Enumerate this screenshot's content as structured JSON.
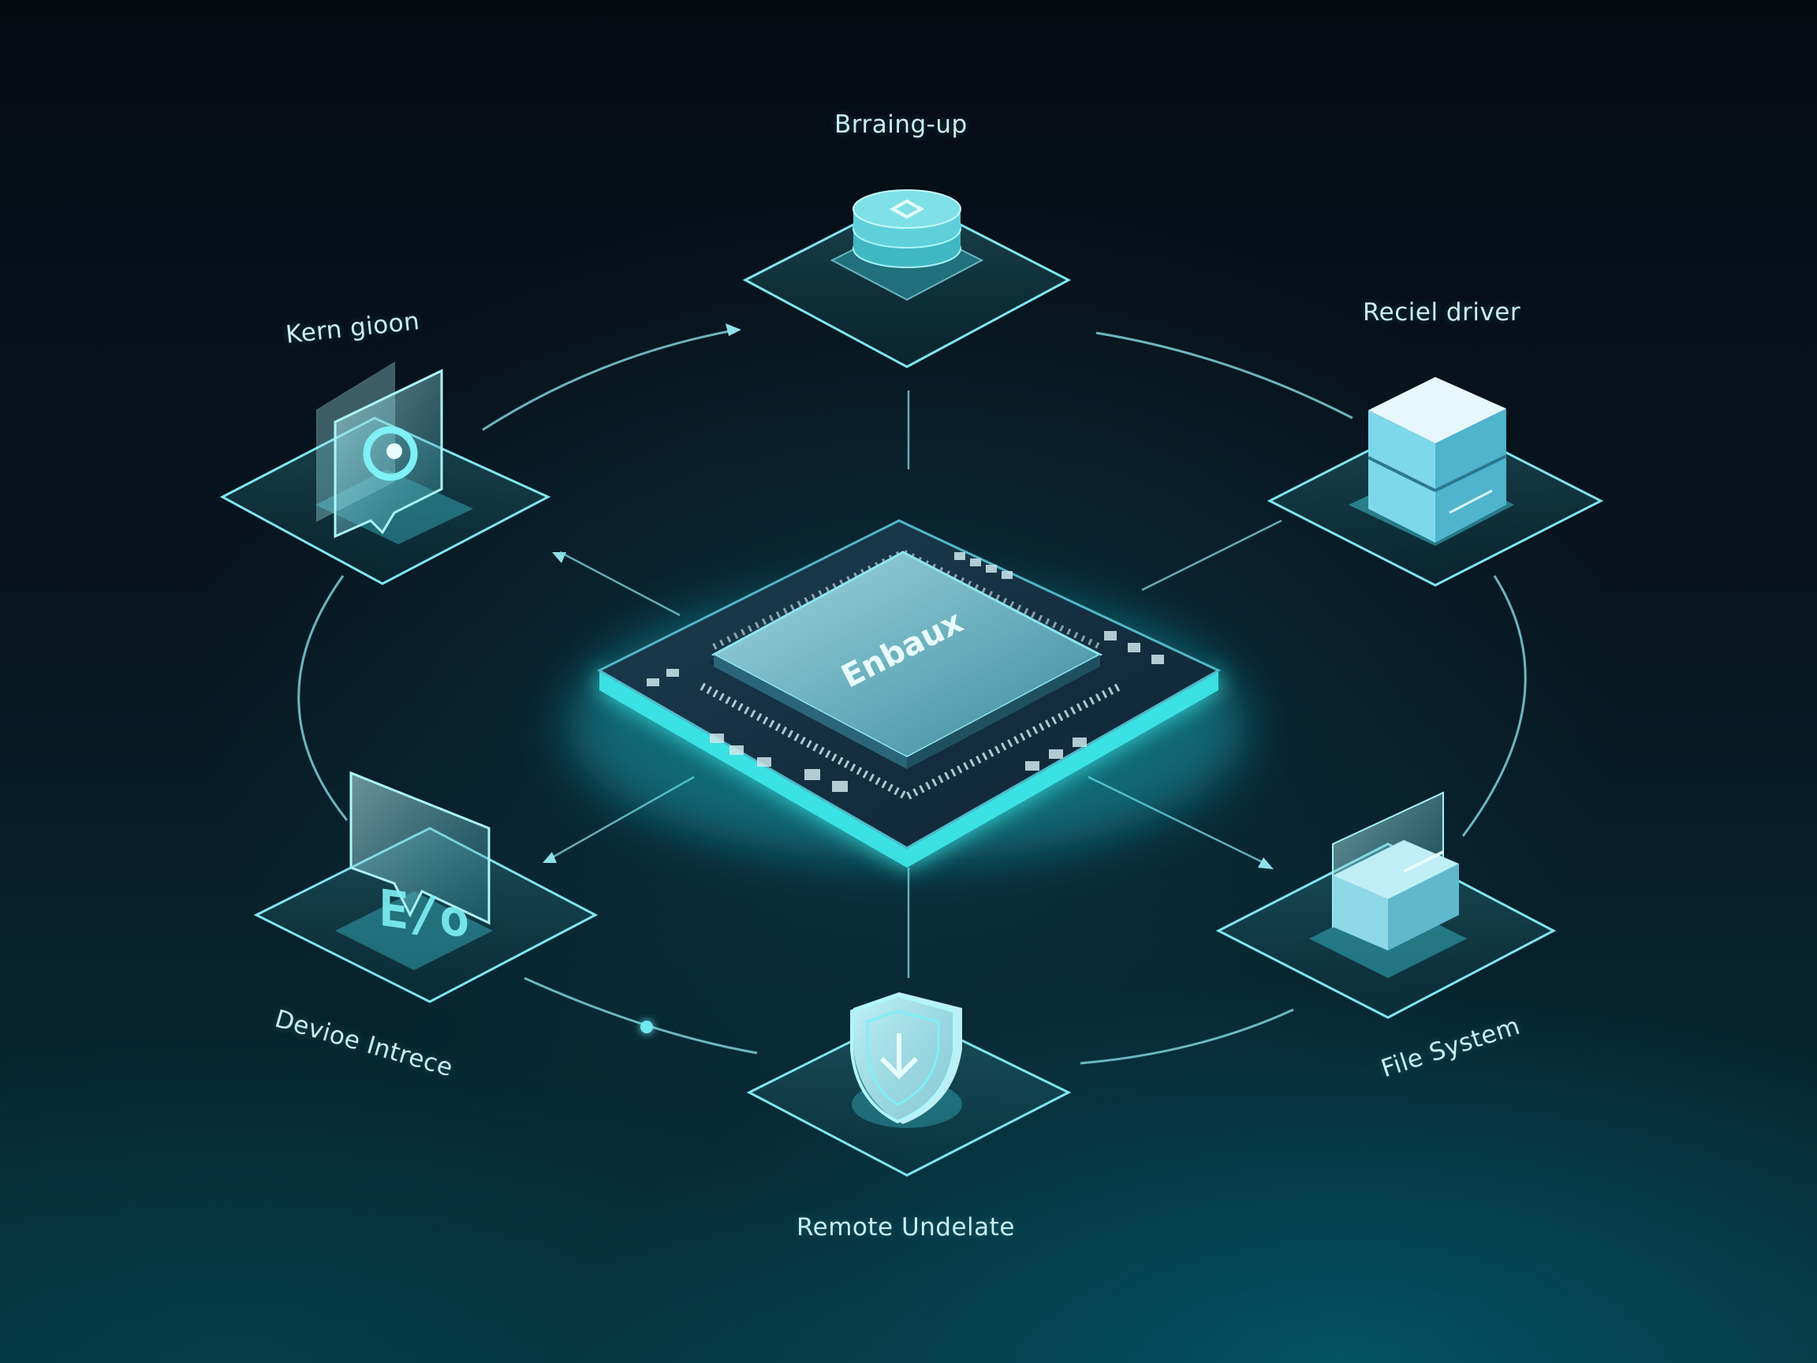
{
  "diagram": {
    "center": {
      "label": "Enbaux"
    },
    "nodes": [
      {
        "id": "top",
        "label": "Brraing-up",
        "icon": "database-stack-icon"
      },
      {
        "id": "top-right",
        "label": "Reciel driver",
        "icon": "server-box-icon"
      },
      {
        "id": "bottom-right",
        "label": "File System",
        "icon": "file-cabinet-icon"
      },
      {
        "id": "bottom",
        "label": "Remote Undelate",
        "icon": "shield-download-icon"
      },
      {
        "id": "bottom-left",
        "label": "Devioe Intrece",
        "icon": "chat-code-icon"
      },
      {
        "id": "top-left",
        "label": "Kern gioon",
        "icon": "chat-gear-icon"
      }
    ]
  },
  "colors": {
    "accent": "#3ff0f0",
    "line": "#7fd0d8",
    "panel_edge": "#7fe6ee",
    "label": "#c9eef2",
    "chip_top": "#5fb8c8"
  }
}
